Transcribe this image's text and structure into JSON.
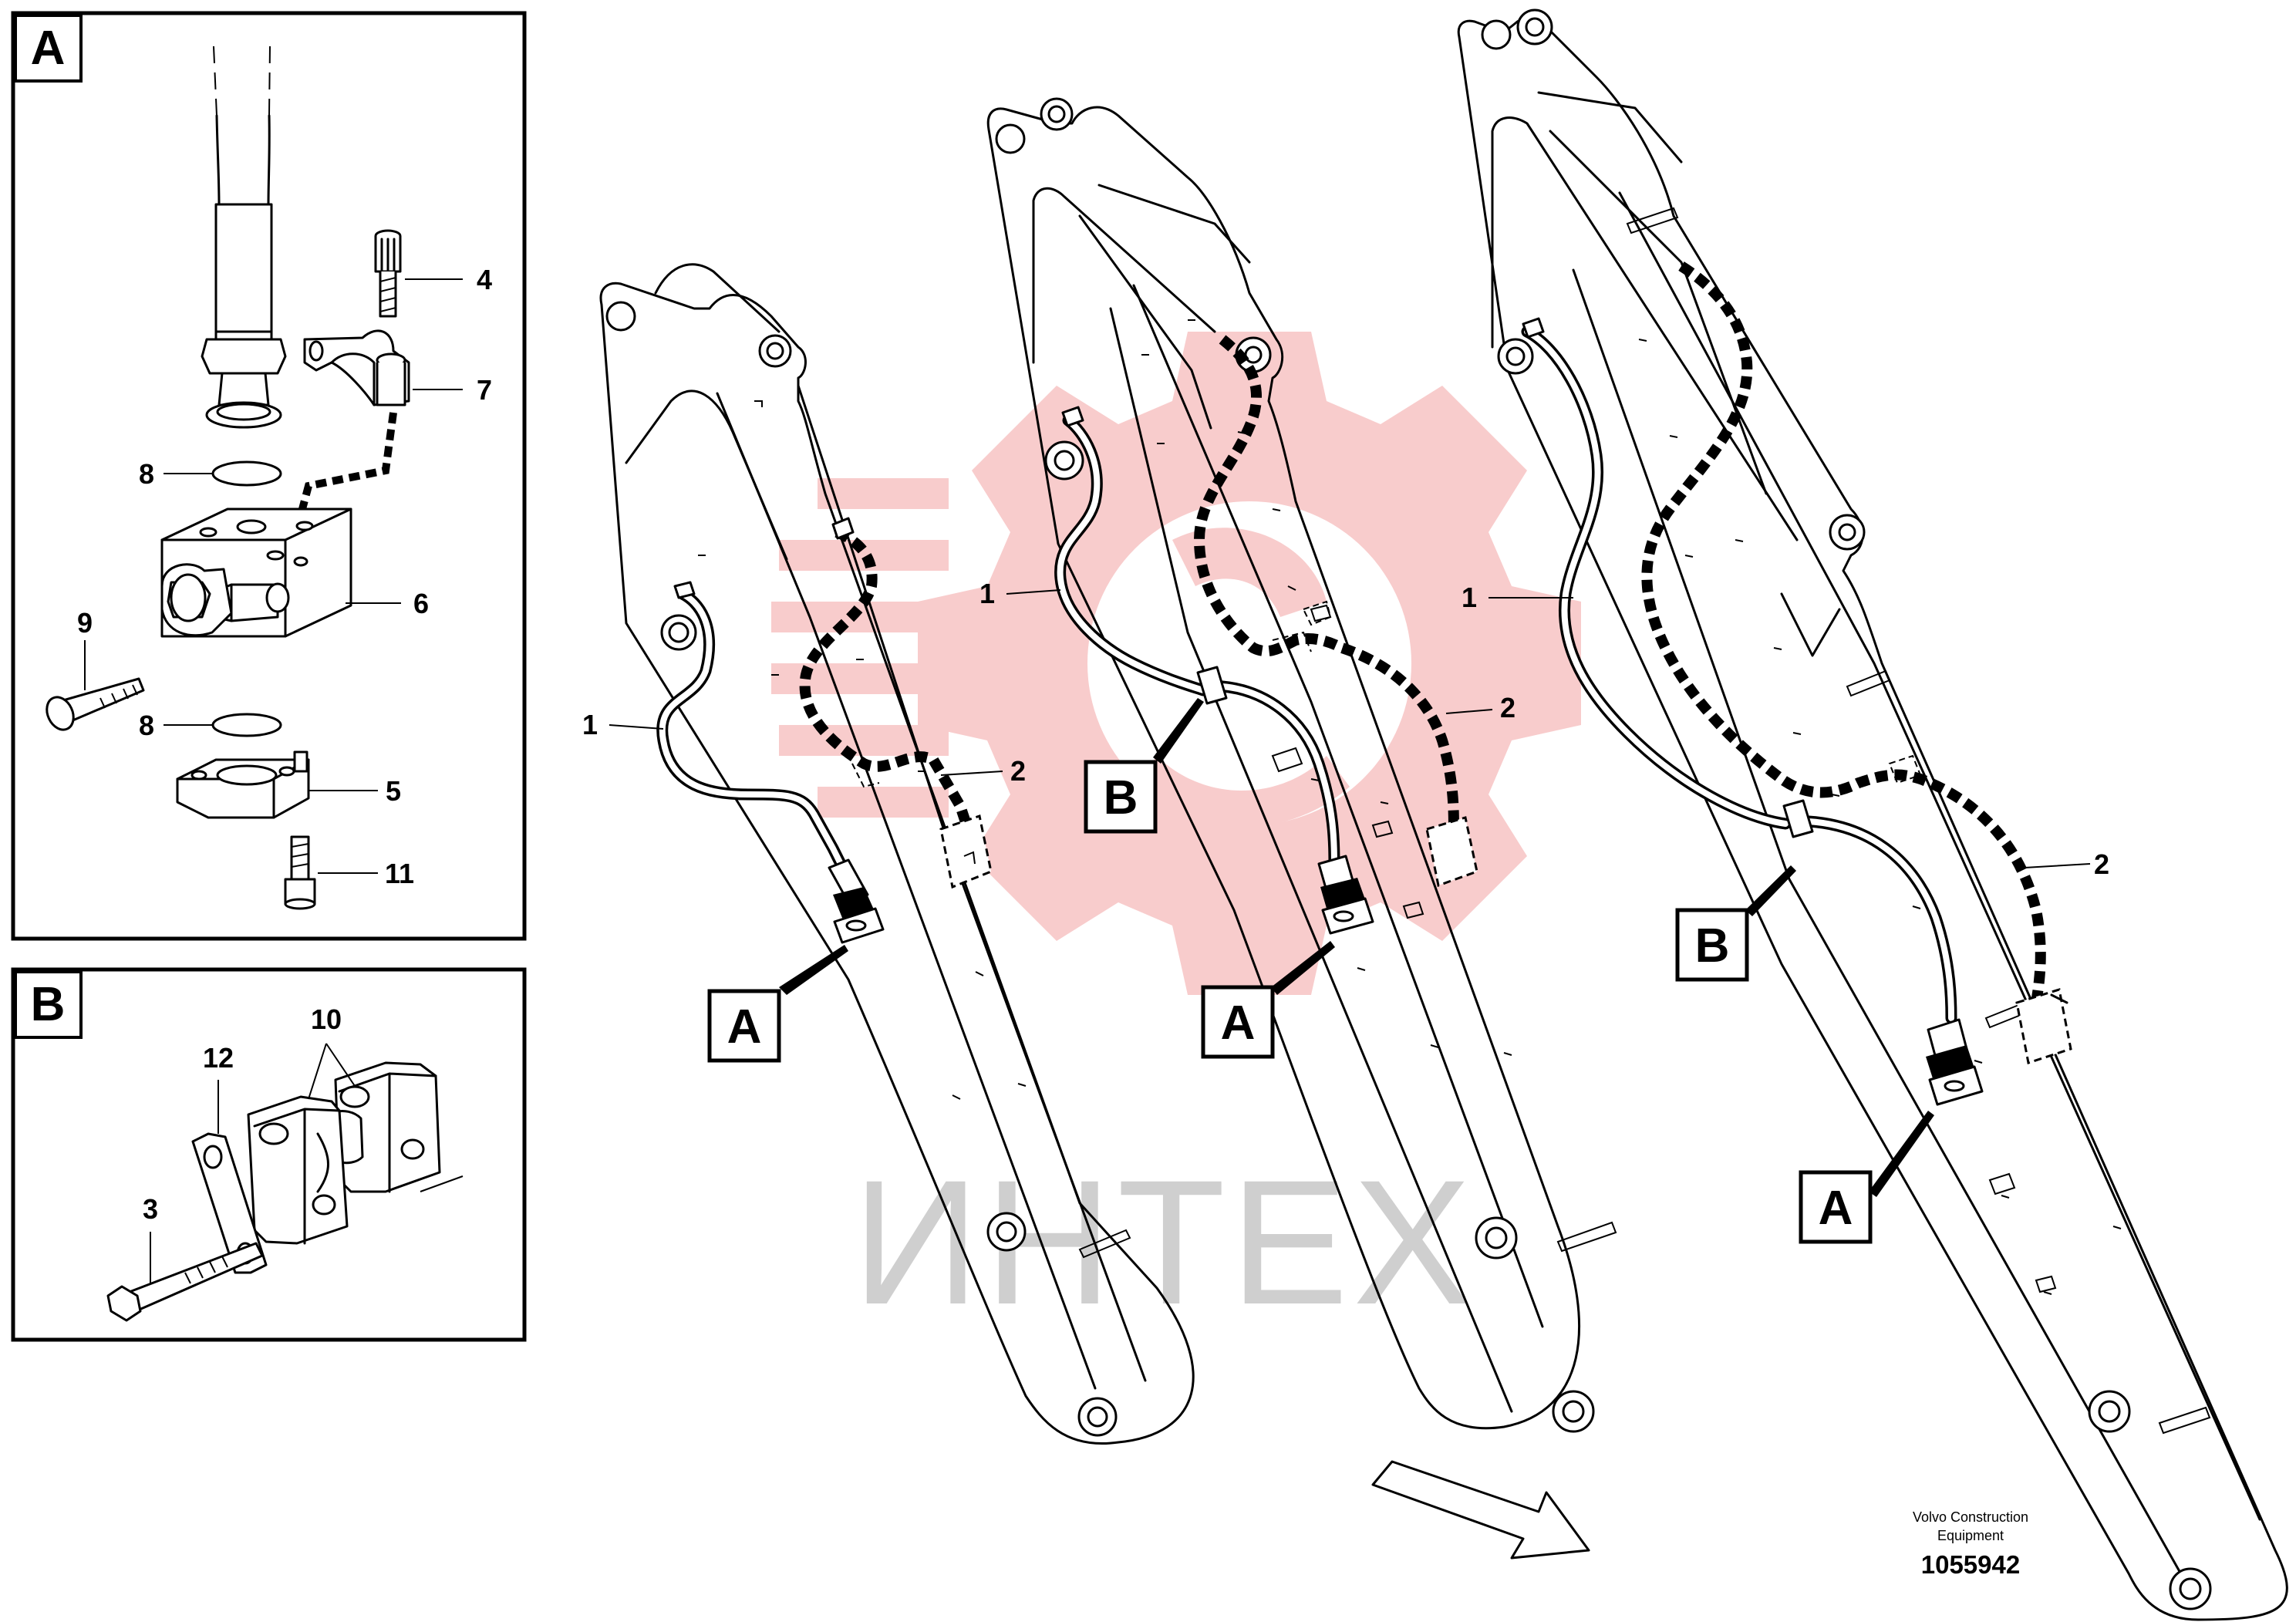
{
  "detail_panels": {
    "a": {
      "label": "A",
      "callouts": [
        "4",
        "7",
        "8",
        "6",
        "9",
        "8",
        "5",
        "11"
      ]
    },
    "b": {
      "label": "B",
      "callouts": [
        "10",
        "12",
        "3"
      ]
    }
  },
  "main": {
    "boom_left": {
      "callouts": [
        "1",
        "2"
      ],
      "ref_labels": [
        "A"
      ]
    },
    "boom_middle": {
      "callouts": [
        "1",
        "2"
      ],
      "ref_labels": [
        "B",
        "A"
      ]
    },
    "boom_right": {
      "callouts": [
        "1",
        "2"
      ],
      "ref_labels": [
        "B",
        "A"
      ]
    }
  },
  "watermark": "ИНТЕХ",
  "footer": {
    "company_line1": "Volvo Construction",
    "company_line2": "Equipment",
    "doc_number": "1055942"
  },
  "icons": [
    "watermark-gear-icon",
    "direction-arrow-icon"
  ],
  "colors": {
    "line": "#000000",
    "watermark_gear": "#f7c9c9",
    "watermark_text": "#cfcfcf"
  }
}
